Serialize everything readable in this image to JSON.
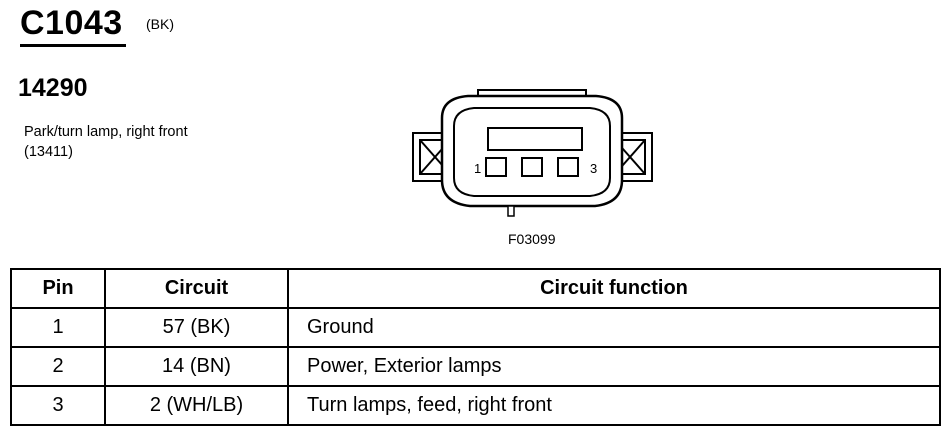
{
  "connector": {
    "id": "C1043",
    "color": "(BK)",
    "part_number": "14290",
    "description": "Park/turn lamp, right front (13411)",
    "figure_code": "F03099",
    "pin_labels": [
      "1",
      "3"
    ]
  },
  "table": {
    "headers": [
      "Pin",
      "Circuit",
      "Circuit function"
    ],
    "rows": [
      {
        "pin": "1",
        "circuit": "57 (BK)",
        "function": "Ground"
      },
      {
        "pin": "2",
        "circuit": "14 (BN)",
        "function": "Power, Exterior lamps"
      },
      {
        "pin": "3",
        "circuit": "2 (WH/LB)",
        "function": "Turn lamps, feed, right front"
      }
    ]
  }
}
